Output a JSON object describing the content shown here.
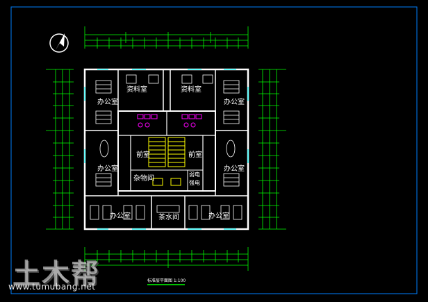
{
  "drawing": {
    "colors": {
      "background": "#000000",
      "frame": "#0080ff",
      "wall": "#ffffff",
      "dimension": "#00ff00",
      "room_label": "#ffffff",
      "furniture": "#ffffff",
      "stair_fill": "#ffff00",
      "fixture": "#ff00ff",
      "glass": "#00ffff"
    },
    "rooms": {
      "archive_left": "资料室",
      "archive_right": "资料室",
      "office_top_left": "办公室",
      "office_top_right": "办公室",
      "office_mid_left": "办公室",
      "office_mid_right": "办公室",
      "office_bottom_left": "办公室",
      "office_bottom_right": "办公室",
      "front_room_left": "前室",
      "front_room_right": "前室",
      "storage": "杂物间",
      "weak_current": "弱电",
      "power": "强电",
      "tea_room": "茶水间"
    },
    "caption": "标准层平面图 1:100",
    "watermark": {
      "logo": "土木帮",
      "url": "www.tumubang.net"
    },
    "icons": [
      "north-arrow-icon"
    ]
  }
}
